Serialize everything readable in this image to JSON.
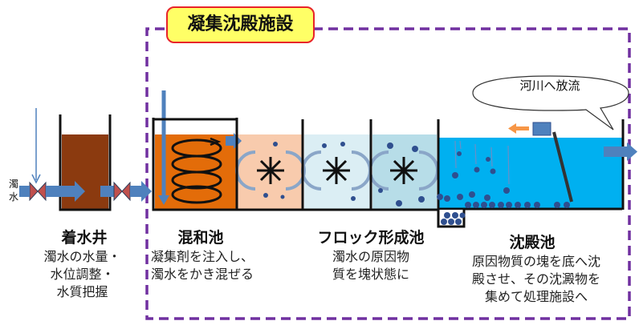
{
  "facility_title": "凝集沈殿施設",
  "inflow_label": [
    "濁",
    "水"
  ],
  "discharge_label": "河川へ放流",
  "stages": [
    {
      "name": "着水井",
      "description": [
        "濁水の水量・",
        "水位調整・",
        "水質把握"
      ]
    },
    {
      "name": "混和池",
      "description": [
        "凝集剤を注入し、",
        "濁水をかき混ぜる"
      ]
    },
    {
      "name": "フロック形成池",
      "description": [
        "濁水の原因物",
        "質を塊状態に"
      ]
    },
    {
      "name": "沈殿池",
      "description": [
        "原因物質の塊を底へ沈",
        "殿させ、その沈澱物を",
        "集めて処理施設へ"
      ]
    }
  ],
  "colors": {
    "frame": "#7030a0",
    "title_bg": "#ffff66",
    "title_border": "#e8232a",
    "receiving_well": "#8b3a0f",
    "mixing_tank": "#e36c09",
    "floc_tank_1": "#f8cbad",
    "floc_tank_2": "#dbeef4",
    "floc_tank_3": "#b7dde8",
    "settling_tank": "#00b0f0",
    "arrow": "#4f81bd",
    "valve": "#c0504d",
    "sludge": "#2f4f8f"
  }
}
